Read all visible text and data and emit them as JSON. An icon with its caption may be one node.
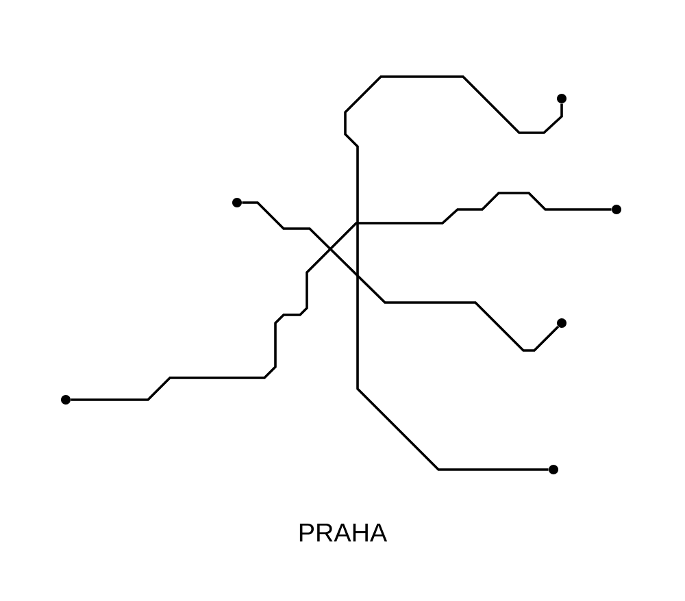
{
  "diagram": {
    "title": "PRAHA",
    "nodes": [
      {
        "text": [],
        "shape": "circle"
      },
      {
        "text": [],
        "shape": "circle"
      },
      {
        "text": [],
        "shape": "circle"
      },
      {
        "text": [],
        "shape": "circle"
      },
      {
        "text": [],
        "shape": "circle"
      },
      {
        "text": [],
        "shape": "circle"
      }
    ],
    "edges": [
      {
        "from": 4,
        "to": 2,
        "arrow": "none"
      },
      {
        "from": 1,
        "to": 3,
        "arrow": "none"
      },
      {
        "from": 0,
        "to": 5,
        "arrow": "none"
      }
    ]
  }
}
